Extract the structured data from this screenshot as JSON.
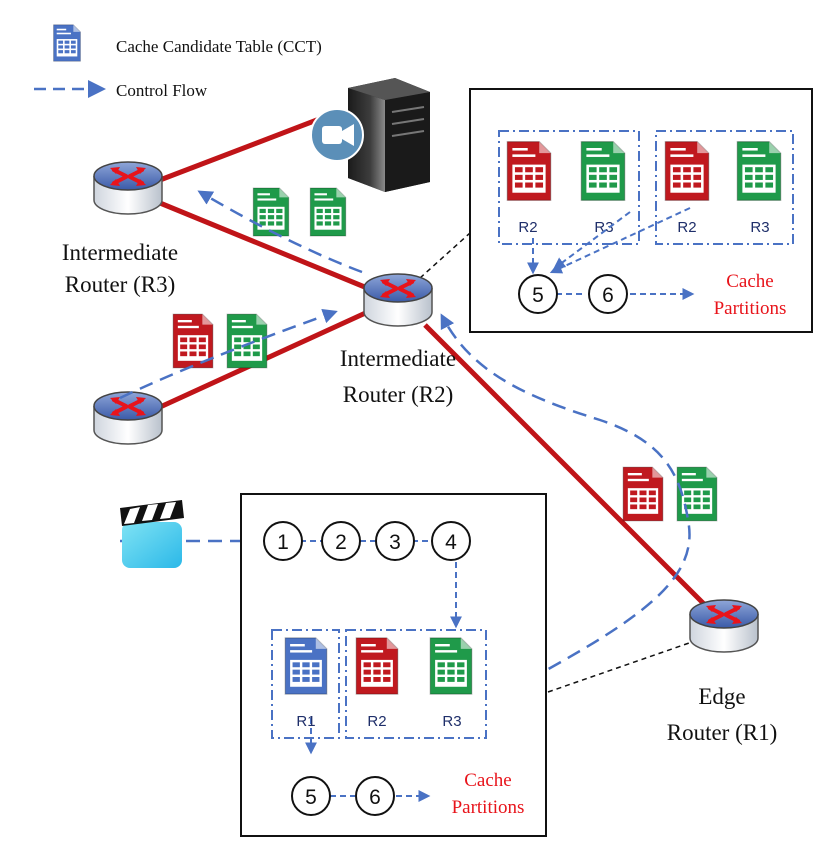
{
  "legend": {
    "cct_label": "Cache Candidate Table (CCT)",
    "flow_label": "Control Flow"
  },
  "routers": {
    "r3": {
      "line1": "Intermediate",
      "line2": "Router (R3)"
    },
    "r2": {
      "line1": "Intermediate",
      "line2": "Router (R2)"
    },
    "r1": {
      "line1": "Edge",
      "line2": "Router (R1)"
    }
  },
  "top_box": {
    "tables": [
      "R2",
      "R3",
      "R2",
      "R3"
    ],
    "steps": [
      "5",
      "6"
    ],
    "output": {
      "line1": "Cache",
      "line2": "Partitions"
    }
  },
  "bottom_box": {
    "steps_top": [
      "1",
      "2",
      "3",
      "4"
    ],
    "tables": [
      "R1",
      "R2",
      "R3"
    ],
    "steps_bottom": [
      "5",
      "6"
    ],
    "output": {
      "line1": "Cache",
      "line2": "Partitions"
    }
  },
  "colors": {
    "link": "#c01418",
    "flow": "#4a72c4",
    "table_blue": "#4a72c4",
    "table_red": "#c0191f",
    "table_green": "#1f9a4a",
    "accent_red": "#e8141b"
  },
  "icons": {
    "server": "server-icon",
    "camera": "video-camera-icon",
    "clapper": "video-clapper-icon",
    "router": "router-icon",
    "table": "table-document-icon"
  }
}
